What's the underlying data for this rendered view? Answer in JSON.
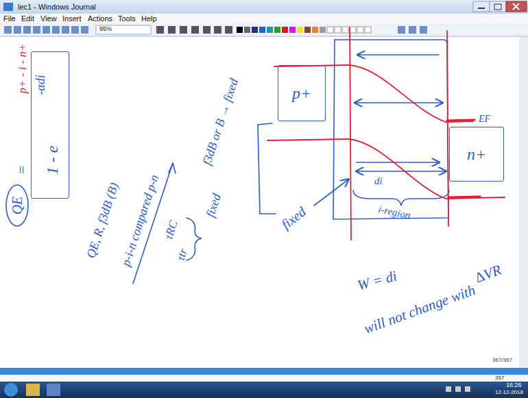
{
  "diagram": {
    "nodes": [
      {
        "text": [
          "1 - e",
          "-αdi"
        ]
      },
      {
        "text": [
          "p+"
        ]
      },
      {
        "text": [
          "n+"
        ]
      }
    ],
    "labels": [
      "lec1 - Windows Journal",
      "File",
      "Edit",
      "View",
      "Insert",
      "Actions",
      "Tools",
      "Help",
      "95%",
      "p+ - i - n+",
      "QE",
      "=",
      "QE, R, f3dB (B)",
      "f3dB or B → fixed",
      "p-i-n compared p-n",
      "τRC",
      "τtr",
      "fixed",
      "fixed",
      "EF",
      "di",
      "i-region",
      "W = di",
      "will not change with",
      "∆VR",
      "367/367",
      "357",
      "16:26",
      "12-12-2018"
    ]
  }
}
